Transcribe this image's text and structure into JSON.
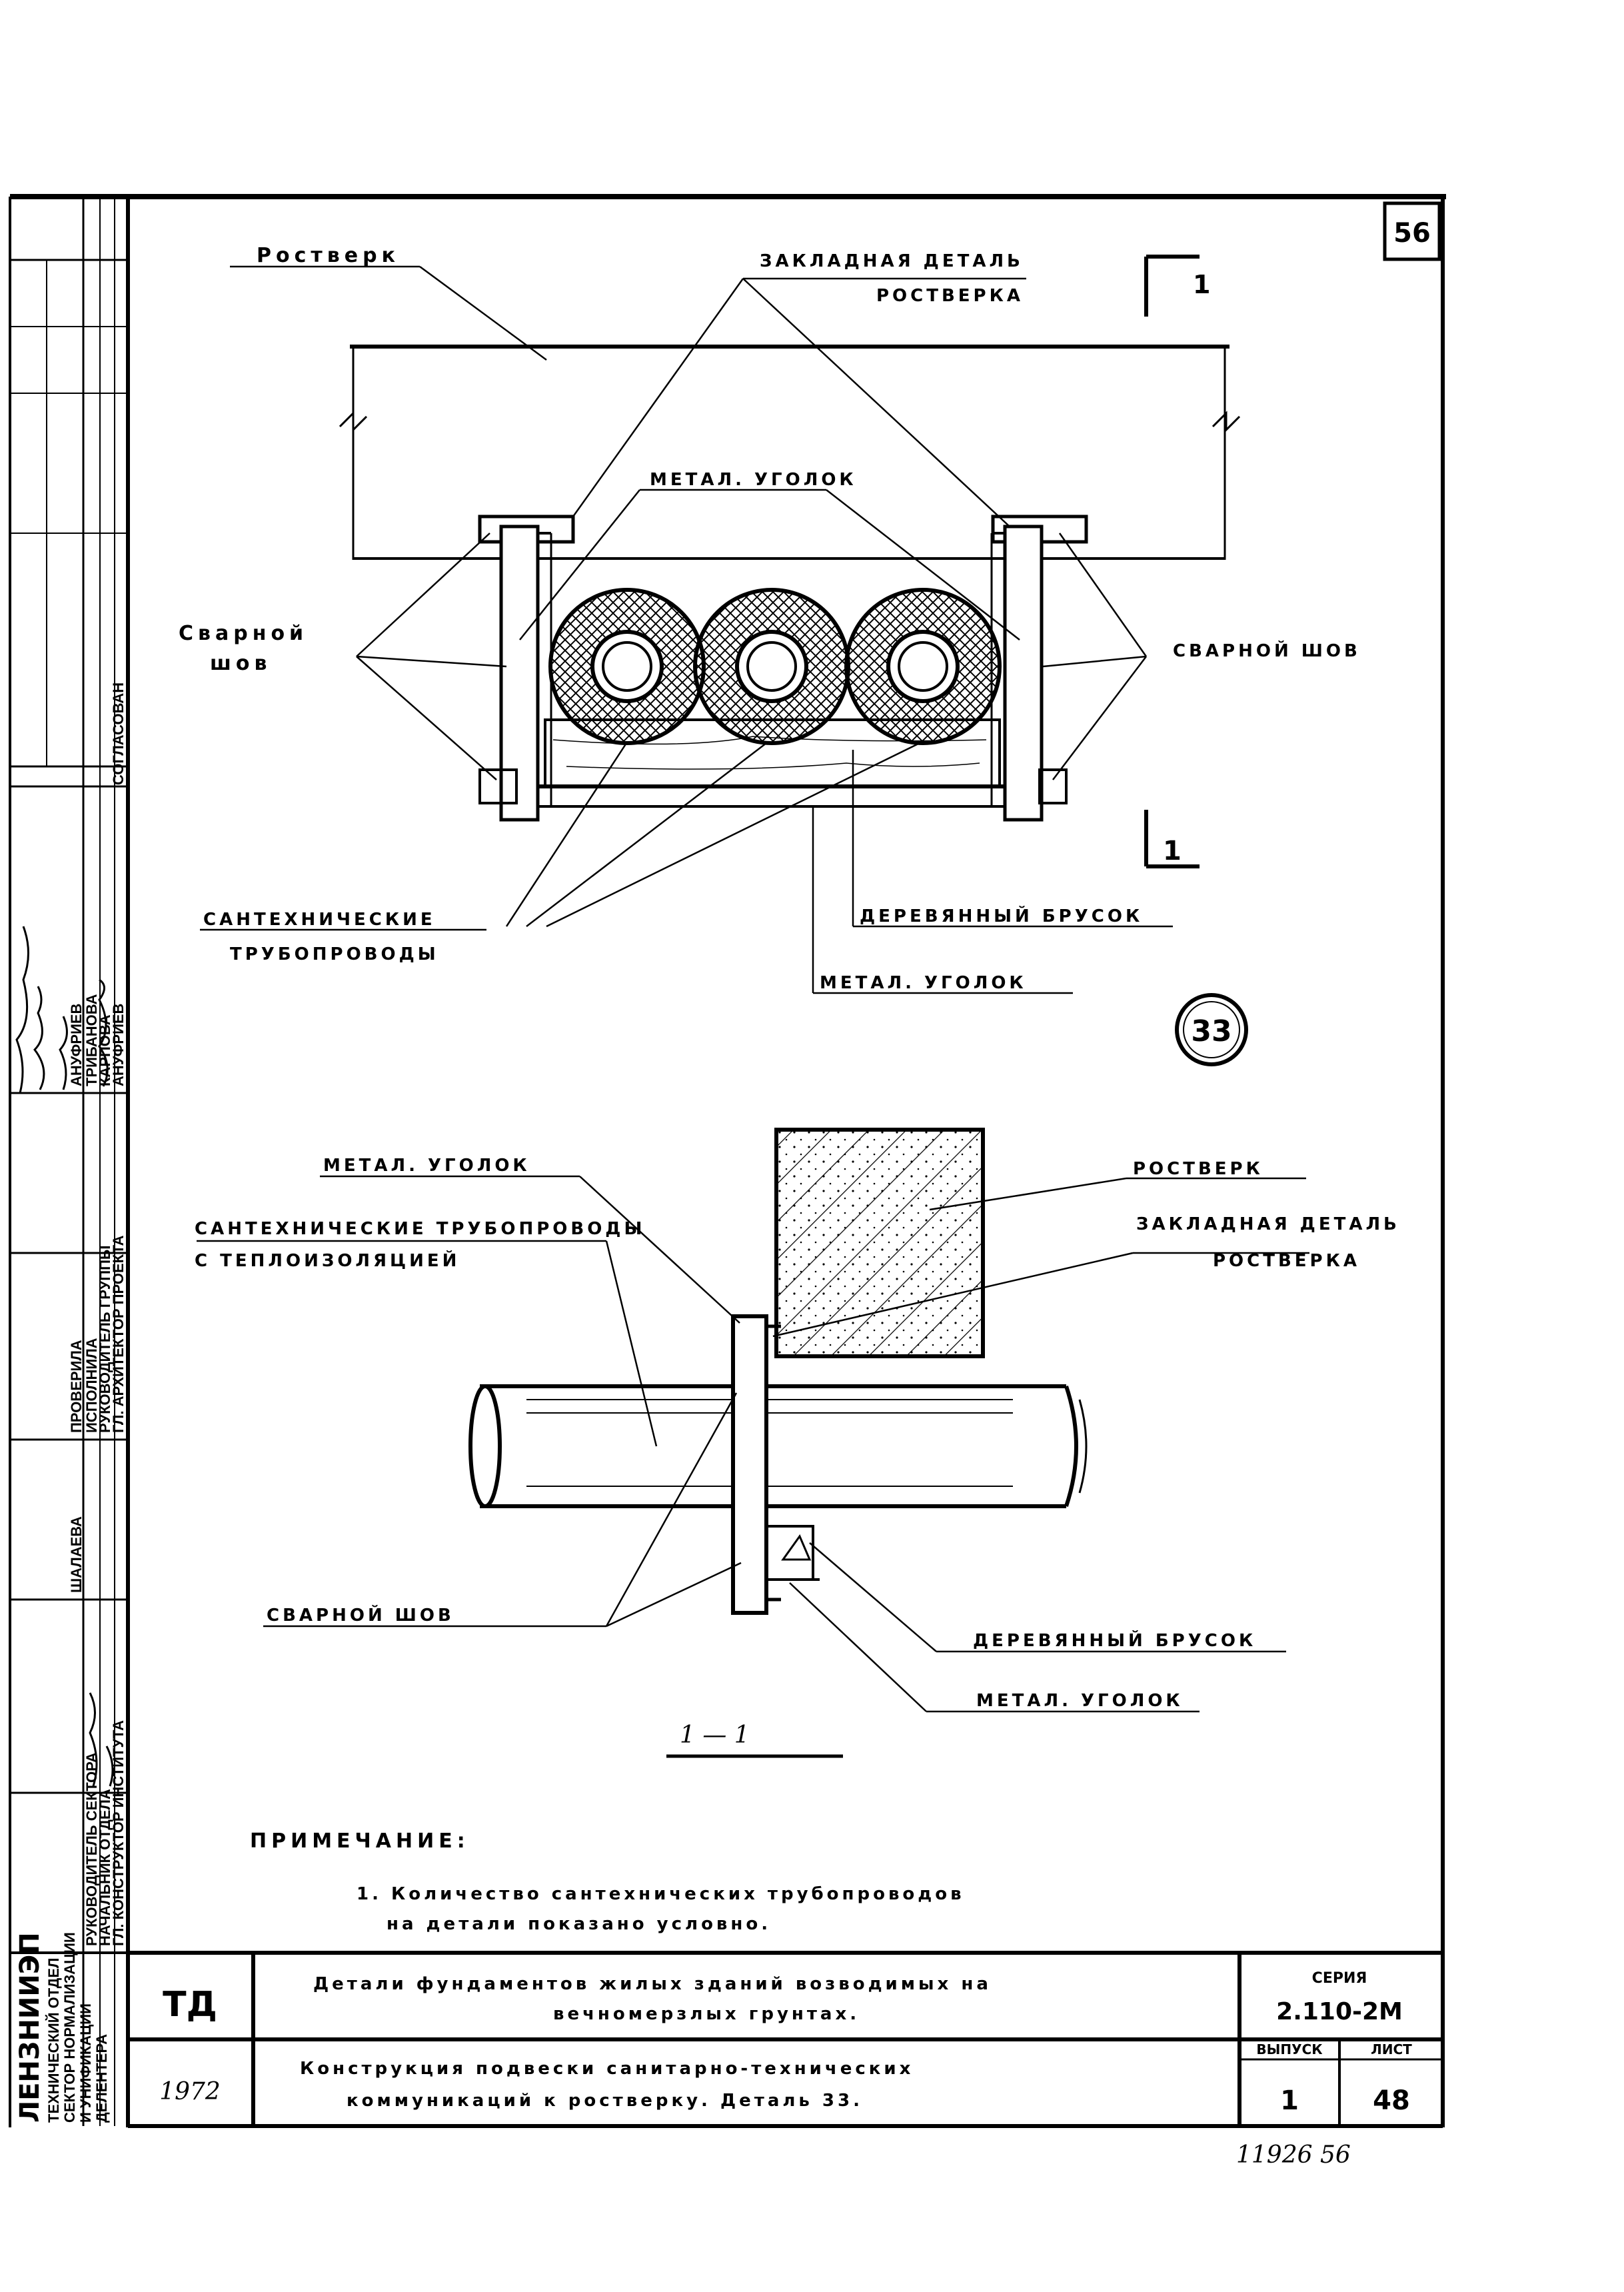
{
  "sheet_corner_number": "56",
  "section_mark_top": "1",
  "section_mark_bottom": "1",
  "detail_number": "33",
  "plan_labels": {
    "rostverk": "Ростверк",
    "zaklad_1": "ЗАКЛАДНАЯ ДЕТАЛЬ",
    "zaklad_2": "РОСТВЕРКА",
    "metal_ugolok_top": "МЕТАЛ. УГОЛОК",
    "svarnoy_left_1": "Сварной",
    "svarnoy_left_2": "шов",
    "svarnoy_right": "СВАРНОЙ ШОВ",
    "santeh_1": "САНТЕХНИЧЕСКИЕ",
    "santeh_2": "ТРУБОПРОВОДЫ",
    "brusok": "ДЕРЕВЯННЫЙ БРУСОК",
    "metal_ugolok_bottom": "МЕТАЛ. УГОЛОК"
  },
  "section_labels": {
    "metal_ugolok_top": "МЕТАЛ. УГОЛОК",
    "santeh_1": "САНТЕХНИЧЕСКИЕ ТРУБОПРОВОДЫ",
    "santeh_2": "С ТЕПЛОИЗОЛЯЦИЕЙ",
    "rostverk": "РОСТВЕРК",
    "zaklad_1": "ЗАКЛАДНАЯ ДЕТАЛЬ",
    "zaklad_2": "РОСТВЕРКА",
    "svarnoy": "СВАРНОЙ ШОВ",
    "brusok": "ДЕРЕВЯННЫЙ БРУСОК",
    "metal_ugolok_bottom": "МЕТАЛ. УГОЛОК",
    "section_title": "1 — 1"
  },
  "note": {
    "heading": "ПРИМЕЧАНИЕ:",
    "line1": "1. Количество сантехнических трубопроводов",
    "line2": "на детали показано условно."
  },
  "left_strip": {
    "org_1": "ЛЕНЗНИИЭП",
    "org_2": "ТЕХНИЧЕСКИЙ ОТДЕЛ",
    "org_3": "СЕКТОР НОРМАЛИЗАЦИИ",
    "org_4": "И УНИФИКАЦИИ",
    "org_5": "ДЕЛЕНТЕРА",
    "roles": [
      "ГЛ. КОНСТРУКТОР ИНСТИТУТА",
      "НАЧАЛЬНИК ОТДЕЛА",
      "РУКОВОДИТЕЛЬ СЕКТОРА",
      "ГЛ. АРХИТЕКТОР ПРОЕКТА",
      "РУКОВОДИТЕЛЬ ГРУППЫ",
      "ИСПОЛНИЛА",
      "ПРОВЕРИЛА"
    ],
    "names": [
      "ШАЛАЕВА",
      "АНУФРИЕВ",
      "КАРПОВА",
      "ТРИБАНОВА",
      "АНУФРИЕВ"
    ],
    "col_header": "СОГЛАСОВАН"
  },
  "title_block": {
    "td": "ТД",
    "year": "1972",
    "title_line1": "Детали фундаментов жилых зданий возводимых на",
    "title_line2": "вечномерзлых грунтах.",
    "title_line3": "Конструкция подвески санитарно-технических",
    "title_line4": "коммуникаций к ростверку. Деталь 33.",
    "seriya_label": "СЕРИЯ",
    "seriya_value": "2.110-2М",
    "vypusk_label": "ВЫПУСК",
    "vypusk_value": "1",
    "list_label": "ЛИСТ",
    "list_value": "48"
  },
  "stamp_number": "11926 56"
}
